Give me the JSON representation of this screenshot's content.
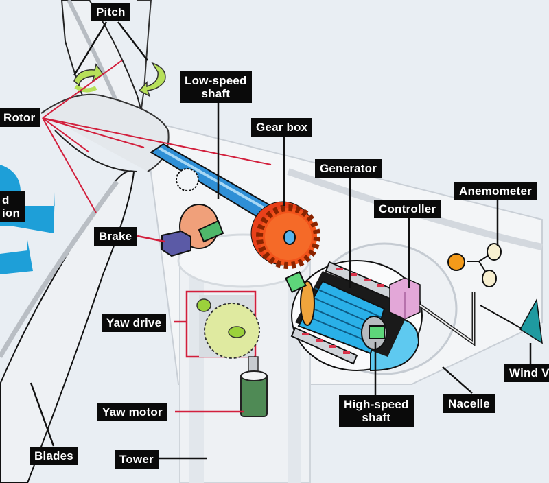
{
  "diagram": {
    "colors": {
      "background": "#e9eef3",
      "label_bg": "#0a0a0a",
      "label_text": "#ffffff",
      "leader_red": "#d21f3c",
      "leader_black": "#111111",
      "shaft_blue": "#2f8fd6",
      "gear_orange": "#f2541b",
      "generator_blue": "#2ab0e8",
      "controller_pink": "#e3a7d8",
      "brake_purple": "#5b5aa6",
      "yaw_gear": "#dfeaa0",
      "yaw_motor": "#4f8a55",
      "wind_arrow": "#1e9fd8",
      "vane_teal": "#1f9aa0",
      "anemometer_orange": "#f39a1a"
    },
    "labels": {
      "pitch": "Pitch",
      "low_speed_shaft": [
        "Low-speed",
        "shaft"
      ],
      "rotor": "Rotor",
      "gear_box": "Gear box",
      "generator": "Generator",
      "anemometer": "Anemometer",
      "controller": "Controller",
      "wind_direction": [
        "d",
        "ion"
      ],
      "brake": "Brake",
      "yaw_drive": "Yaw drive",
      "wind_vane": "Wind V",
      "yaw_motor": "Yaw motor",
      "high_speed_shaft": [
        "High-speed",
        "shaft"
      ],
      "nacelle": "Nacelle",
      "blades": "Blades",
      "tower": "Tower"
    }
  }
}
